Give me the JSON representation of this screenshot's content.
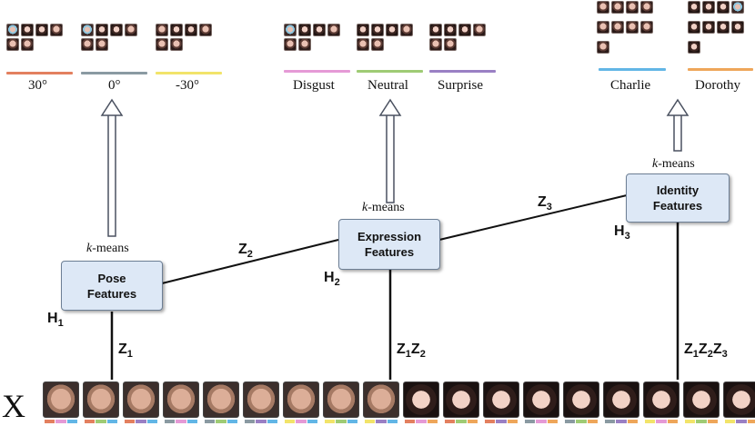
{
  "input_label": "X",
  "kmeans_label": "k-means",
  "kmeans_k": "k",
  "kmeans_rest": "-means",
  "nodes": {
    "pose": {
      "line1": "Pose",
      "line2": "Features"
    },
    "expression": {
      "line1": "Expression",
      "line2": "Features"
    },
    "identity": {
      "line1": "Identity",
      "line2": "Features"
    }
  },
  "edges": {
    "z1": {
      "base": "Z",
      "sub": "1"
    },
    "z2": {
      "base": "Z",
      "sub": "2"
    },
    "z3": {
      "base": "Z",
      "sub": "3"
    },
    "z1z2": [
      {
        "base": "Z",
        "sub": "1"
      },
      {
        "base": "Z",
        "sub": "2"
      }
    ],
    "z1z2z3": [
      {
        "base": "Z",
        "sub": "1"
      },
      {
        "base": "Z",
        "sub": "2"
      },
      {
        "base": "Z",
        "sub": "3"
      }
    ]
  },
  "hidden": {
    "h1": {
      "base": "H",
      "sub": "1"
    },
    "h2": {
      "base": "H",
      "sub": "2"
    },
    "h3": {
      "base": "H",
      "sub": "3"
    }
  },
  "clusters": {
    "pose": [
      "30°",
      "0°",
      "-30°"
    ],
    "expression": [
      "Disgust",
      "Neutral",
      "Surprise"
    ],
    "identity": [
      "Charlie",
      "Dorothy"
    ]
  },
  "colors": {
    "pose_30": "#e3805f",
    "pose_0": "#8a9aa2",
    "pose_m30": "#f2e46a",
    "disgust": "#e59ad6",
    "neutral": "#9fcb75",
    "surprise": "#9a80c4",
    "charlie": "#62b6e6",
    "dorothy": "#eea65a",
    "node_fill": "#dde8f6",
    "node_border": "#6d7f95"
  }
}
